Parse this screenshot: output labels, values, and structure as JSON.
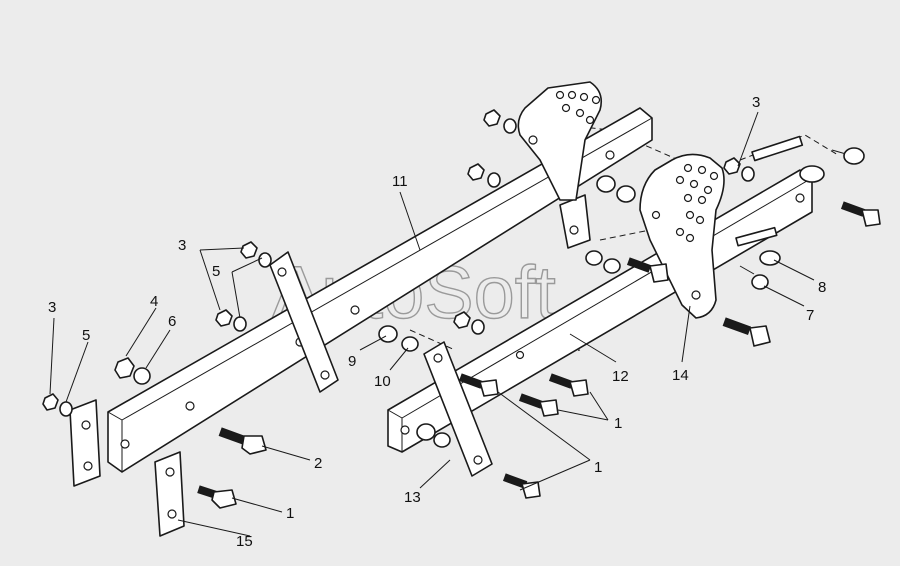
{
  "watermark": "AutoSoft",
  "labels": {
    "l1a": "1",
    "l1b": "1",
    "l1c": "1",
    "l2": "2",
    "l3a": "3",
    "l3b": "3",
    "l3c": "3",
    "l4": "4",
    "l5a": "5",
    "l5b": "5",
    "l6": "6",
    "l7": "7",
    "l8": "8",
    "l9": "9",
    "l10": "10",
    "l11": "11",
    "l12": "12",
    "l13": "13",
    "l14": "14",
    "l15": "15"
  }
}
